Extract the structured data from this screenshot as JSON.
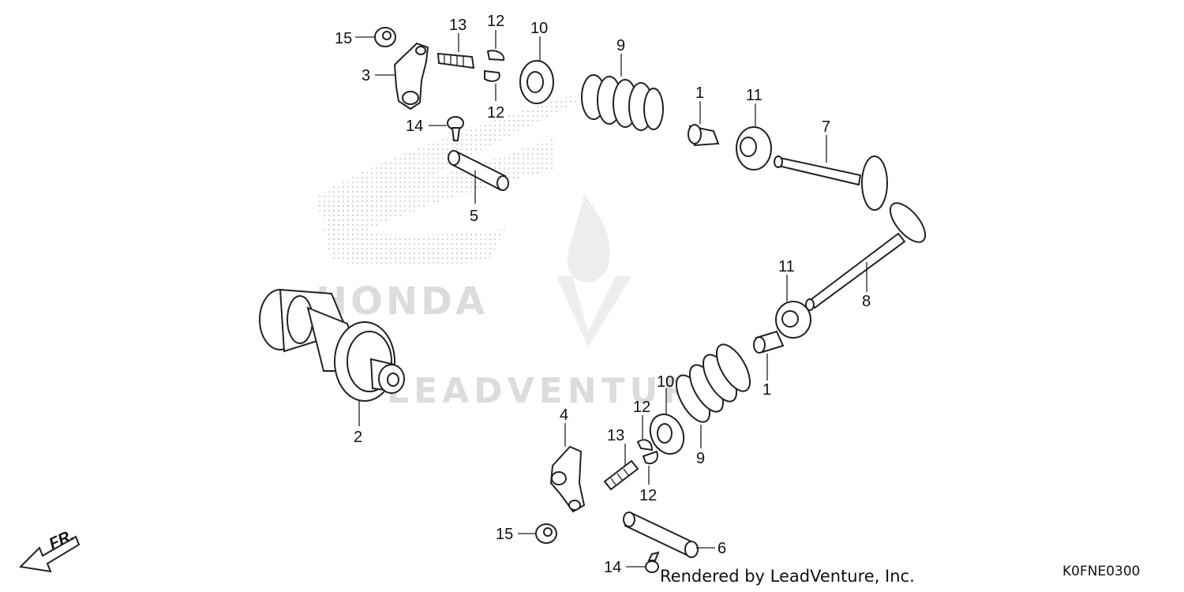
{
  "diagram": {
    "callouts": [
      {
        "id": "c15a",
        "text": "15"
      },
      {
        "id": "c3",
        "text": "3"
      },
      {
        "id": "c13a",
        "text": "13"
      },
      {
        "id": "c12a",
        "text": "12"
      },
      {
        "id": "c10a",
        "text": "10"
      },
      {
        "id": "c9a",
        "text": "9"
      },
      {
        "id": "c12b",
        "text": "12"
      },
      {
        "id": "c14a",
        "text": "14"
      },
      {
        "id": "c1a",
        "text": "1"
      },
      {
        "id": "c11a",
        "text": "11"
      },
      {
        "id": "c7",
        "text": "7"
      },
      {
        "id": "c5",
        "text": "5"
      },
      {
        "id": "c11b",
        "text": "11"
      },
      {
        "id": "c8",
        "text": "8"
      },
      {
        "id": "c1b",
        "text": "1"
      },
      {
        "id": "c10b",
        "text": "10"
      },
      {
        "id": "c2",
        "text": "2"
      },
      {
        "id": "c4",
        "text": "4"
      },
      {
        "id": "c12c",
        "text": "12"
      },
      {
        "id": "c13b",
        "text": "13"
      },
      {
        "id": "c9b",
        "text": "9"
      },
      {
        "id": "c12d",
        "text": "12"
      },
      {
        "id": "c15b",
        "text": "15"
      },
      {
        "id": "c6",
        "text": "6"
      },
      {
        "id": "c14b",
        "text": "14"
      }
    ],
    "direction_label": "FR.",
    "watermarks": {
      "brand": "HONDA",
      "company": "LEADVENTURE"
    },
    "credit": "Rendered by LeadVenture, Inc.",
    "diagram_code": "K0FNE0300"
  }
}
